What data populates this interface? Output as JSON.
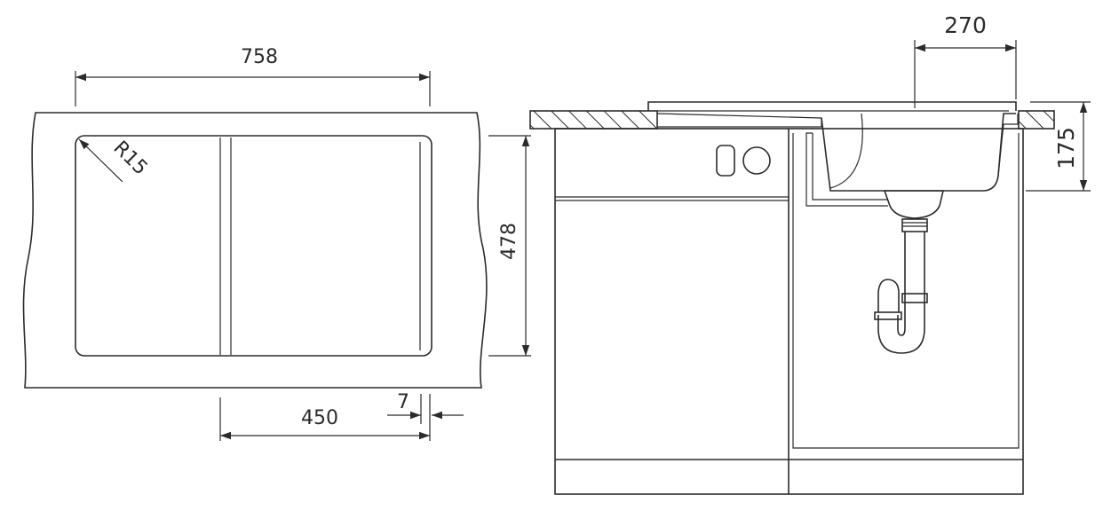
{
  "top_view": {
    "width_label": "758",
    "depth_label": "478",
    "radius_label": "R15",
    "bowl_label": "450",
    "offset_label": "7"
  },
  "side_view": {
    "bowl_depth_label": "175",
    "drain_offset_label": "270"
  },
  "colors": {
    "line": "#2b2b2b",
    "background": "#ffffff"
  }
}
